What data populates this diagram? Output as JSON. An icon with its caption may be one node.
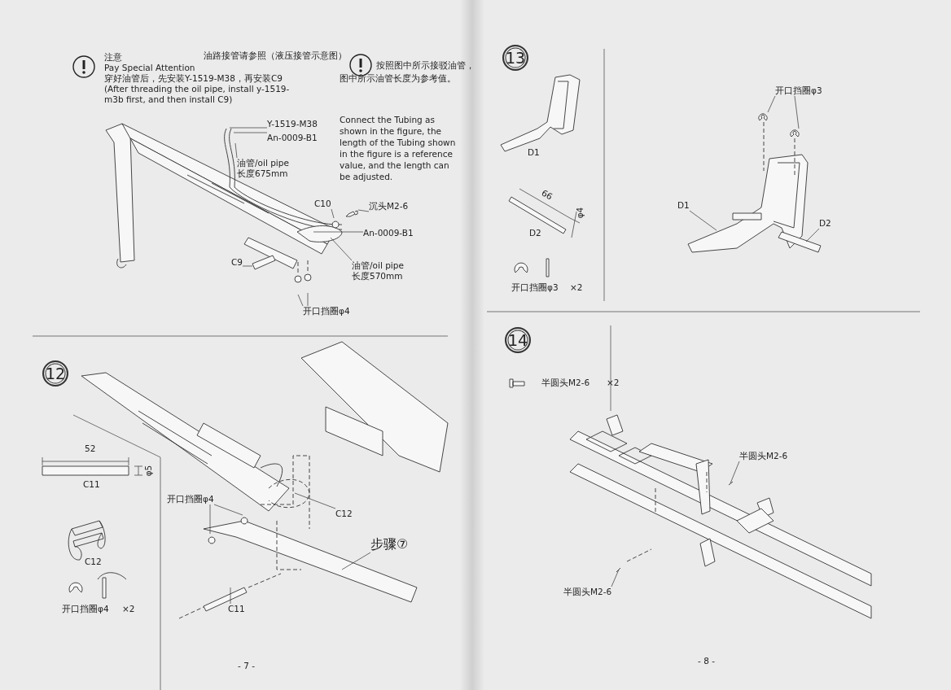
{
  "diagram": {
    "nodes": [
      {
        "text": [
          "Y-1519-M38"
        ]
      },
      {
        "text": [
          "An-0009-B1"
        ]
      },
      {
        "text": [
          "油管/oil pipe 长度675mm"
        ]
      },
      {
        "text": [
          "C10"
        ]
      },
      {
        "text": [
          "沉头M2-6"
        ]
      },
      {
        "text": [
          "An-0009-B1"
        ]
      },
      {
        "text": [
          "油管/oil pipe 长度570mm"
        ]
      },
      {
        "text": [
          "C9"
        ]
      },
      {
        "text": [
          "开口挡圈φ4"
        ]
      },
      {
        "text": [
          "开口挡圈φ4"
        ]
      },
      {
        "text": [
          "C12"
        ]
      },
      {
        "text": [
          "步骤⑦"
        ]
      },
      {
        "text": [
          "C11"
        ]
      },
      {
        "text": [
          "开口挡圈φ3"
        ]
      },
      {
        "text": [
          "D1"
        ]
      },
      {
        "text": [
          "D2"
        ]
      },
      {
        "text": [
          "半圆头M2-6"
        ]
      },
      {
        "text": [
          "半圆头M2-6"
        ]
      },
      {
        "text": [],
        "shape": "picture"
      },
      {
        "text": [],
        "shape": "picture"
      },
      {
        "text": [],
        "shape": "picture"
      }
    ],
    "edges": [
      {
        "from": 0,
        "to": null,
        "arrow": "none"
      },
      {
        "from": 1,
        "to": null,
        "arrow": "none"
      },
      {
        "from": 2,
        "to": null,
        "arrow": "none"
      },
      {
        "from": 3,
        "to": null,
        "arrow": "none"
      },
      {
        "from": 4,
        "to": 18,
        "arrow": "none"
      },
      {
        "from": 5,
        "to": null,
        "arrow": "none"
      },
      {
        "from": 6,
        "to": null,
        "arrow": "none"
      },
      {
        "from": 7,
        "to": null,
        "arrow": "none"
      },
      {
        "from": 8,
        "to": null,
        "arrow": "none"
      },
      {
        "from": 8,
        "to": null,
        "arrow": "none"
      },
      {
        "from": 9,
        "to": null,
        "arrow": "none"
      },
      {
        "from": 9,
        "to": null,
        "arrow": "none"
      },
      {
        "from": 10,
        "to": null,
        "arrow": "none"
      },
      {
        "from": 11,
        "to": null,
        "arrow": "none"
      },
      {
        "from": 12,
        "to": null,
        "arrow": "none"
      },
      {
        "from": 13,
        "to": 19,
        "arrow": "none"
      },
      {
        "from": 13,
        "to": 20,
        "arrow": "none"
      },
      {
        "from": 14,
        "to": null,
        "arrow": "none"
      },
      {
        "from": 15,
        "to": null,
        "arrow": "none"
      },
      {
        "from": 16,
        "to": null,
        "arrow": "none"
      },
      {
        "from": 17,
        "to": null,
        "arrow": "none"
      }
    ],
    "labels": [
      "注意",
      "Pay Special Attention",
      "穿好油管后，先安装Y-1519-M38，再安装C9",
      "(After threading the oil pipe, install y-1519-m3b first, and then install C9)",
      "油路接管请参照（液压接管示意图）",
      "按照图中所示接驳油管，图中所示油管长度为参考值。",
      "Connect the Tubing as shown in the figure, the length of the Tubing shown in the figure is a reference value, and the length can be adjusted.",
      "12",
      "52",
      "φ5",
      "C11",
      "C12",
      "开口挡圈φ4",
      "×2",
      "13",
      "D1",
      "66",
      "φ4",
      "D2",
      "开口挡圈φ3",
      "×2",
      "14",
      "半圆头M2-6",
      "×2",
      "- 7 -",
      "- 8 -"
    ]
  }
}
